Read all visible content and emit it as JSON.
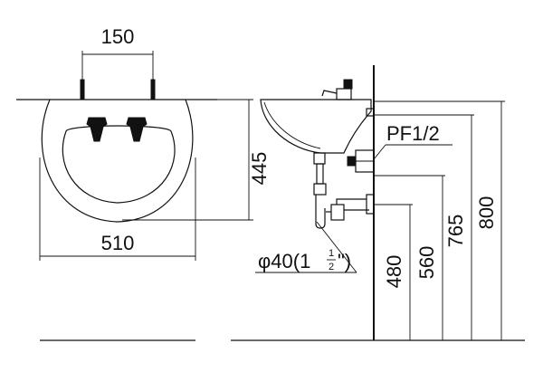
{
  "front_view": {
    "tap_spacing": "150",
    "width": "510",
    "height": "445"
  },
  "side_view": {
    "supply_thread": "PF1/2",
    "drain_label_main": "φ40(1",
    "drain_fraction_num": "1",
    "drain_fraction_den": "2",
    "drain_label_end": "\")",
    "dims": [
      "480",
      "560",
      "765",
      "800"
    ]
  }
}
